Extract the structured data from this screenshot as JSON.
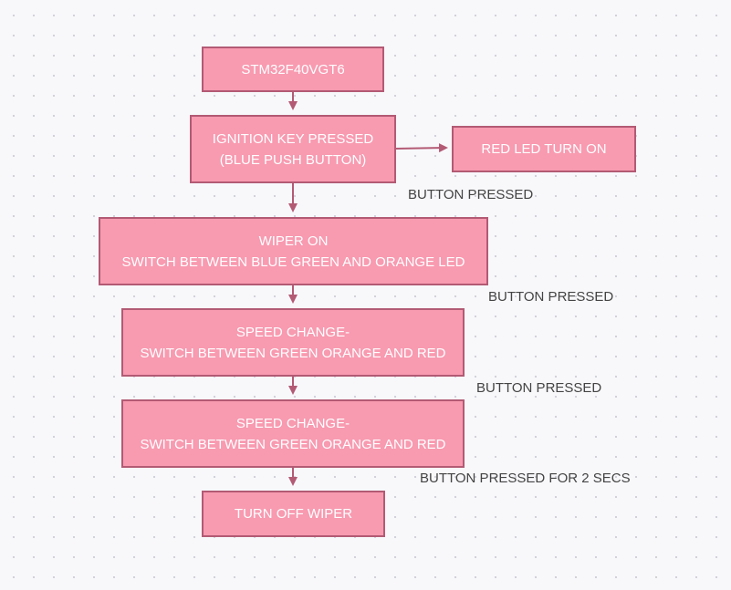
{
  "nodes": {
    "stm32": {
      "line1": "STM32F40VGT6"
    },
    "ignition": {
      "line1": "IGNITION KEY PRESSED",
      "line2": "(BLUE PUSH BUTTON)"
    },
    "red_led": {
      "line1": "RED LED TURN ON"
    },
    "wiper_on": {
      "line1": "WIPER ON",
      "line2": "SWITCH BETWEEN BLUE GREEN AND ORANGE LED"
    },
    "speed_change_1": {
      "line1": "SPEED CHANGE-",
      "line2": "SWITCH BETWEEN GREEN ORANGE AND RED"
    },
    "speed_change_2": {
      "line1": "SPEED CHANGE-",
      "line2": "SWITCH BETWEEN GREEN ORANGE AND RED"
    },
    "turn_off": {
      "line1": "TURN OFF WIPER"
    }
  },
  "edge_labels": {
    "e1": "BUTTON PRESSED",
    "e2": "BUTTON PRESSED",
    "e3": "BUTTON PRESSED",
    "e4": "BUTTON PRESSED FOR 2 SECS"
  },
  "colors": {
    "node_fill": "#f89ab0",
    "node_border": "#b35a74",
    "arrow": "#b35a74",
    "node_text": "#ffffff",
    "label_text": "#444444"
  }
}
